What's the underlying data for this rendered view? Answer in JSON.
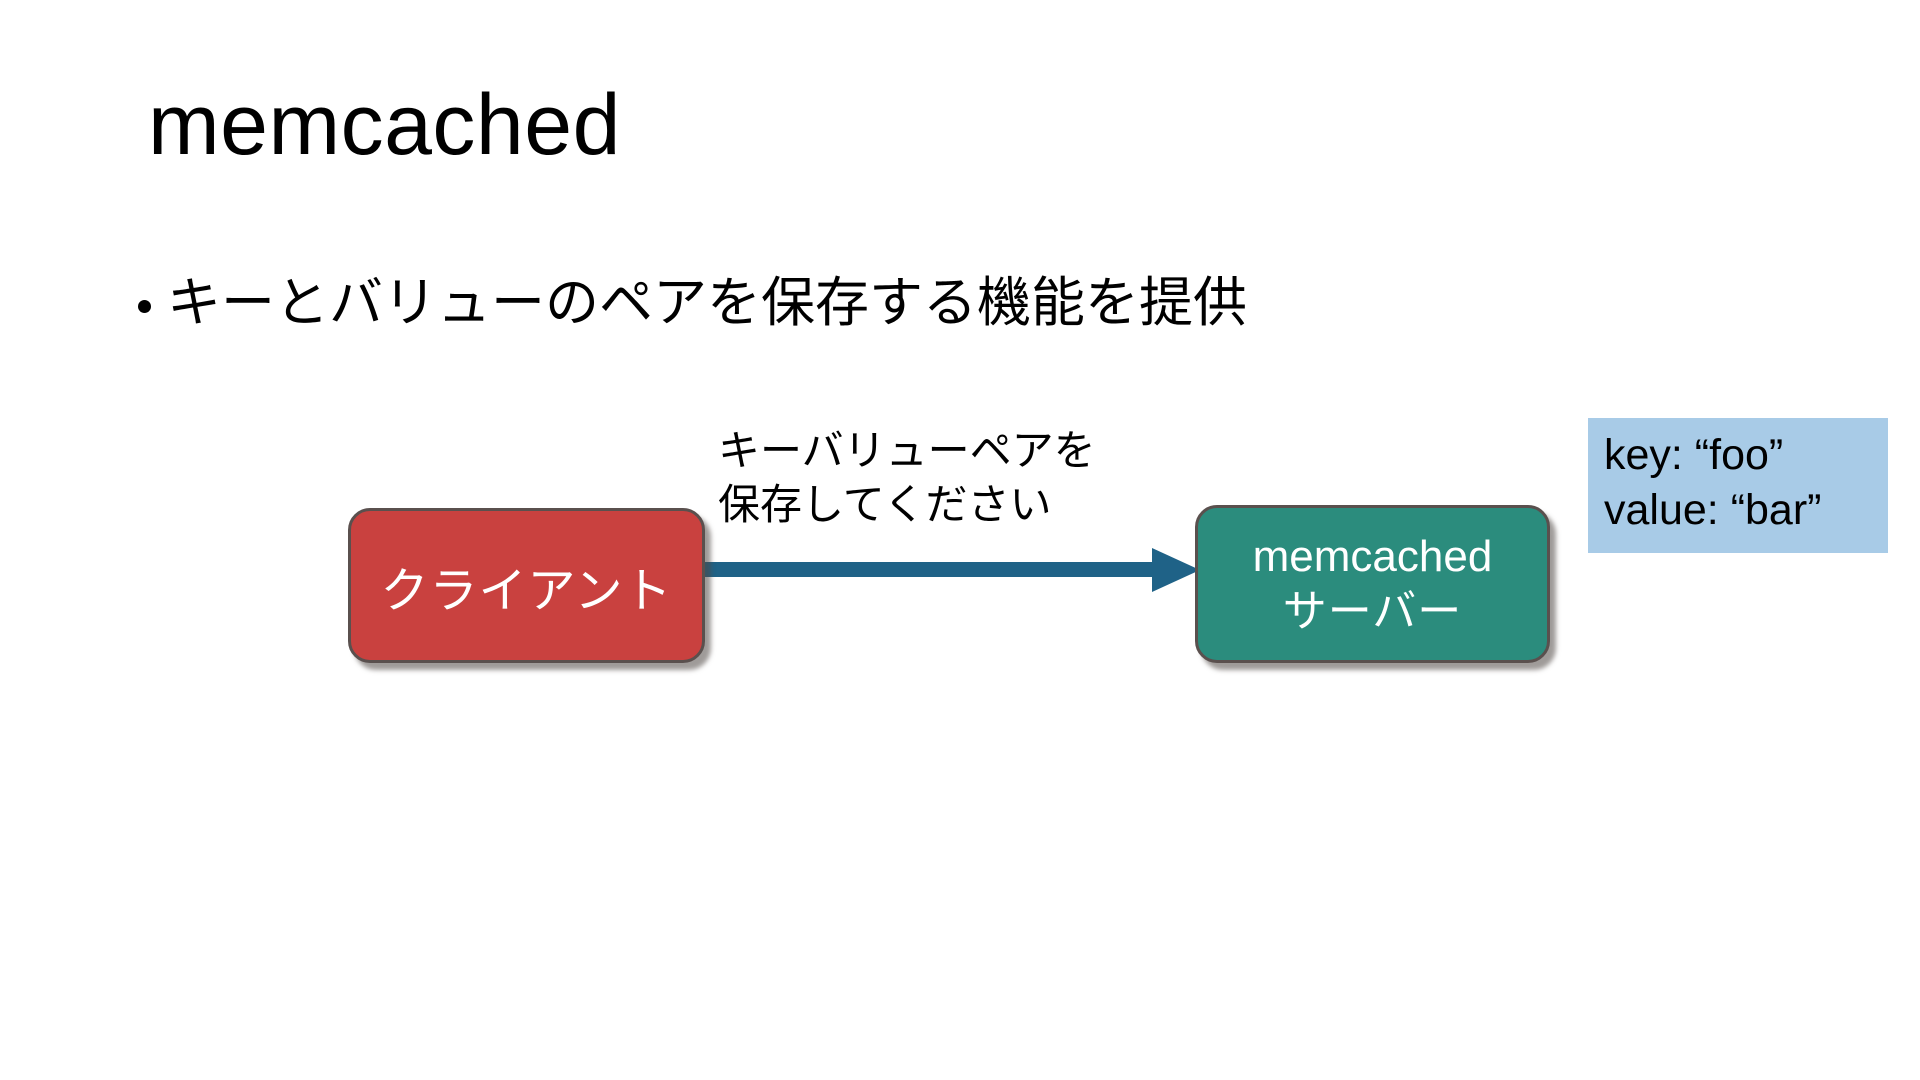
{
  "slide": {
    "title": "memcached",
    "bullets": [
      "キーとバリューのペアを保存する機能を提供"
    ]
  },
  "diagram": {
    "client_node": {
      "label": "クライアント",
      "fill": "#C9413F",
      "border": "#5A504E",
      "text_color": "#FFFFFF"
    },
    "server_node": {
      "label_line1": "memcached",
      "label_line2": "サーバー",
      "fill": "#2B8C7D",
      "border": "#5A504E",
      "text_color": "#FFFFFF"
    },
    "arrow": {
      "caption_line1": "キーバリューペアを",
      "caption_line2": "保存してください",
      "color": "#1F6287",
      "direction": "client-to-server"
    },
    "kv_callout": {
      "line1": "key: “foo”",
      "line2": "value: “bar”",
      "fill": "#A8CBE7",
      "text_color": "#000000"
    }
  }
}
